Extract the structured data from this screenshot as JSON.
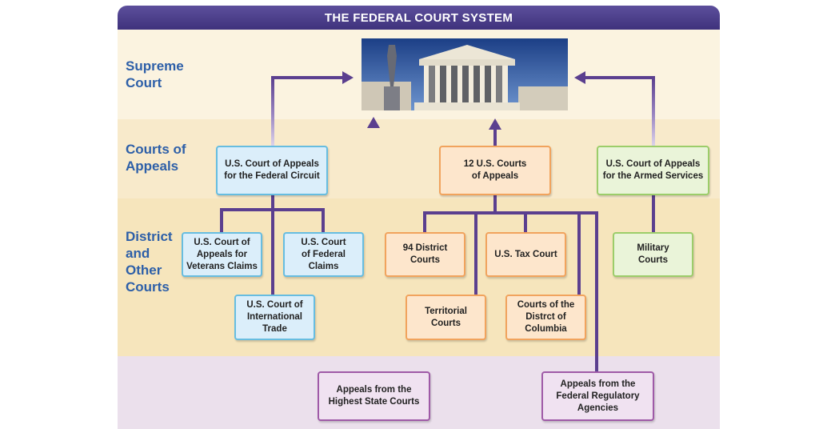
{
  "title": "The Federal Court System",
  "levels": {
    "supreme": "Supreme\nCourt",
    "appeals": "Courts of\nAppeals",
    "district": "District\nand\nOther\nCourts"
  },
  "boxes": {
    "federal_circuit": "U.S. Court of Appeals\nfor the Federal Circuit",
    "twelve_courts": "12 U.S. Courts\nof Appeals",
    "armed_services": "U.S. Court of Appeals\nfor the Armed Services",
    "veterans_claims": "U.S. Court of\nAppeals for\nVeterans Claims",
    "federal_claims": "U.S. Court\nof Federal\nClaims",
    "international_trade": "U.S. Court of\nInternational\nTrade",
    "district_courts": "94 District\nCourts",
    "tax_court": "U.S. Tax Court",
    "territorial_courts": "Territorial\nCourts",
    "dc_courts": "Courts of the\nDistrct of\nColumbia",
    "military_courts": "Military\nCourts",
    "state_courts": "Appeals from the\nHighest State Courts",
    "regulatory_agencies": "Appeals from the\nFederal Regulatory\nAgencies"
  },
  "colors": {
    "connector": "#5b3f8f",
    "title_bar": "#4a3d88",
    "label_text": "#2d5fa8",
    "blue_border": "#67bde0",
    "orange_border": "#f1a35d",
    "green_border": "#9ccd6a",
    "purple_border": "#9f5aa7"
  }
}
